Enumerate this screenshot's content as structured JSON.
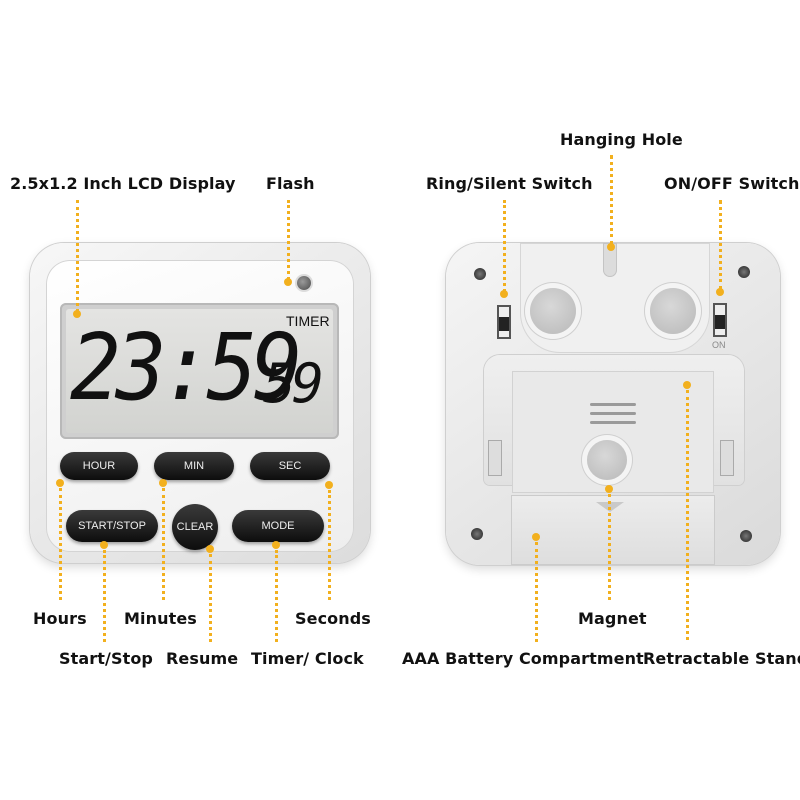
{
  "front": {
    "lcd_mode_label": "TIMER",
    "display_main": "23:59",
    "display_seconds": "59",
    "buttons": {
      "hour": "HOUR",
      "min": "MIN",
      "sec": "SEC",
      "start_stop": "START/STOP",
      "clear": "CLEAR",
      "mode": "MODE"
    }
  },
  "callouts": {
    "lcd_display": "2.5x1.2 Inch LCD Display",
    "flash": "Flash",
    "hours": "Hours",
    "minutes": "Minutes",
    "seconds": "Seconds",
    "start_stop": "Start/Stop",
    "resume": "Resume",
    "timer_clock": "Timer/ Clock",
    "hanging_hole": "Hanging Hole",
    "ring_silent": "Ring/Silent Switch",
    "on_off": "ON/OFF Switch",
    "magnet": "Magnet",
    "battery": "AAA Battery Compartment",
    "stand": "Retractable Stand"
  },
  "back": {
    "switch_on_label": "ON"
  },
  "colors": {
    "callout_accent": "#f2b01e",
    "button_fill": "#111111",
    "lcd_background": "#dcdcda"
  }
}
